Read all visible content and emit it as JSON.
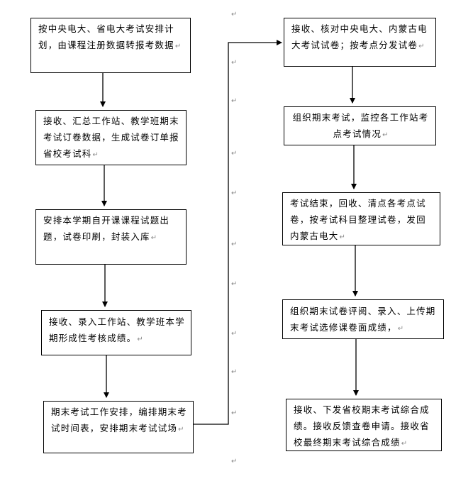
{
  "left_steps": [
    {
      "text": "按中央电大、省电大考试安排计划，由课程注册数据转报考数据"
    },
    {
      "text": "接收、汇总工作站、教学班期末考试订卷数据，生成试卷订单报省校考试科"
    },
    {
      "text": "安排本学期自开课课程试题出题，试卷印刷，封装入库"
    },
    {
      "text": "接收、录入工作站、教学班本学期形成性考核成绩。"
    },
    {
      "text": "期末考试工作安排，编排期末考试时间表，安排期末考试试场"
    }
  ],
  "right_steps": [
    {
      "text": "接收、核对中央电大、内蒙古电大考试试卷；按考点分发试卷"
    },
    {
      "text": "组织期末考试，监控各工作站考点考试情况"
    },
    {
      "text": "考试结束，回收、清点各考点试卷，按考试科目整理试卷，发回内蒙古电大"
    },
    {
      "text": "组织期末试卷评阅、录入、上传期末考试选修课卷面成绩，"
    },
    {
      "text": "接收、下发省校期末考试综合成绩。接收反馈查卷申请。接收省校最终期末考试综合成绩"
    }
  ],
  "paragraph_mark": "↵"
}
